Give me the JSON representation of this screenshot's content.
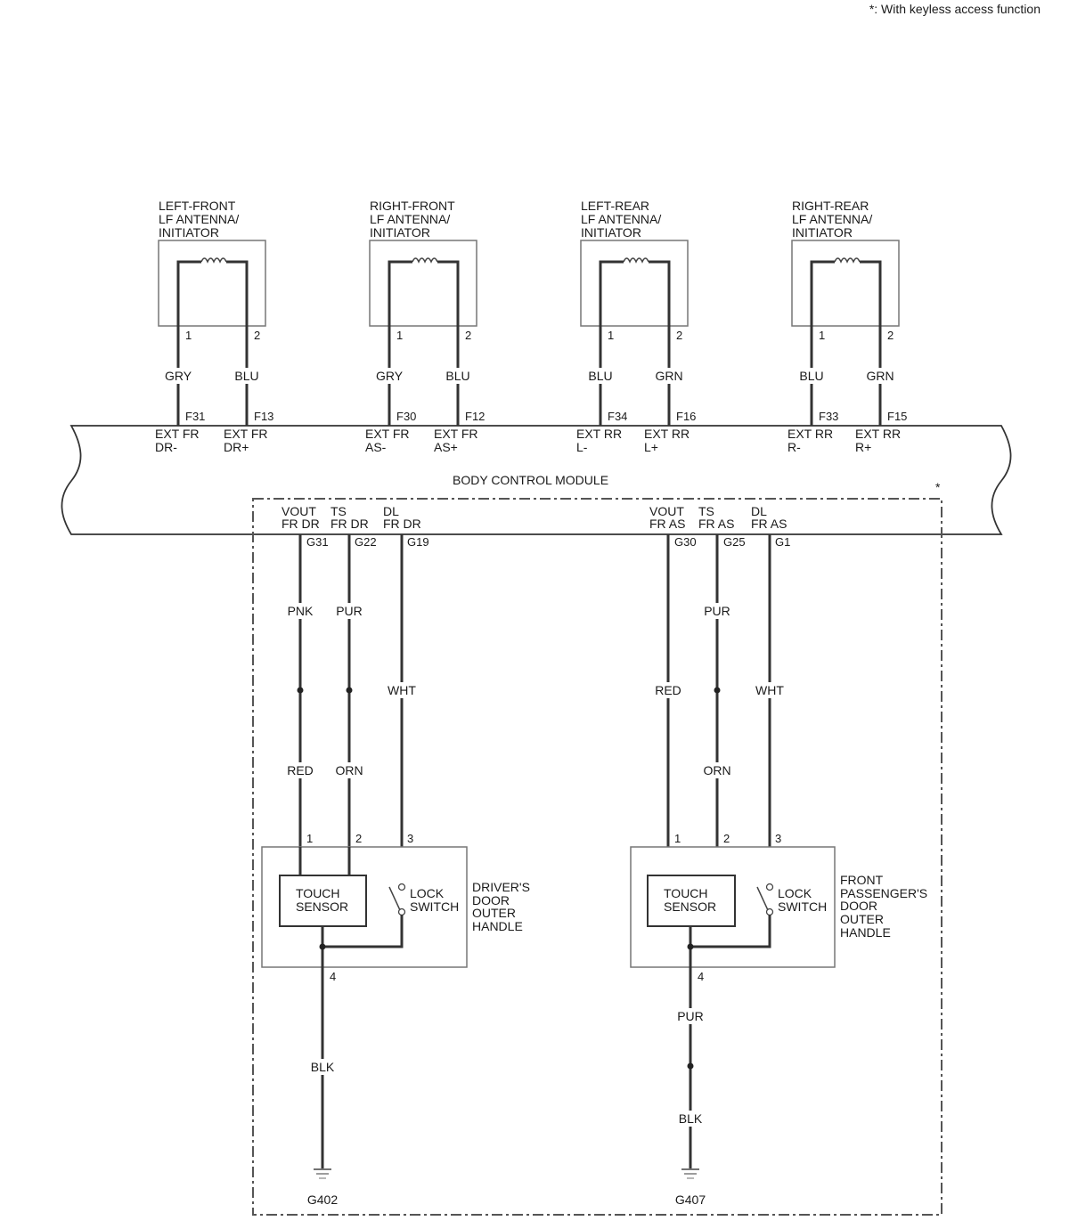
{
  "note": "*: With keyless access function",
  "asterisk": "*",
  "bcm": {
    "label": "BODY CONTROL MODULE"
  },
  "antennas": [
    {
      "title": [
        "LEFT-FRONT",
        "LF ANTENNA/",
        "INITIATOR"
      ],
      "pin1": "1",
      "pin2": "2",
      "wire1": "GRY",
      "wire2": "BLU",
      "term1": "F31",
      "term2": "F13",
      "sig1": [
        "EXT FR",
        "DR-"
      ],
      "sig2": [
        "EXT FR",
        "DR+"
      ]
    },
    {
      "title": [
        "RIGHT-FRONT",
        "LF ANTENNA/",
        "INITIATOR"
      ],
      "pin1": "1",
      "pin2": "2",
      "wire1": "GRY",
      "wire2": "BLU",
      "term1": "F30",
      "term2": "F12",
      "sig1": [
        "EXT FR",
        "AS-"
      ],
      "sig2": [
        "EXT FR",
        "AS+"
      ]
    },
    {
      "title": [
        "LEFT-REAR",
        "LF ANTENNA/",
        "INITIATOR"
      ],
      "pin1": "1",
      "pin2": "2",
      "wire1": "BLU",
      "wire2": "GRN",
      "term1": "F34",
      "term2": "F16",
      "sig1": [
        "EXT RR",
        "L-"
      ],
      "sig2": [
        "EXT RR",
        "L+"
      ]
    },
    {
      "title": [
        "RIGHT-REAR",
        "LF ANTENNA/",
        "INITIATOR"
      ],
      "pin1": "1",
      "pin2": "2",
      "wire1": "BLU",
      "wire2": "GRN",
      "term1": "F33",
      "term2": "F15",
      "sig1": [
        "EXT RR",
        "R-"
      ],
      "sig2": [
        "EXT RR",
        "R+"
      ]
    }
  ],
  "handles": [
    {
      "name": [
        "DRIVER'S",
        "DOOR",
        "OUTER",
        "HANDLE"
      ],
      "sig": [
        [
          "VOUT",
          "FR DR"
        ],
        [
          "TS",
          "FR DR"
        ],
        [
          "DL",
          "FR DR"
        ]
      ],
      "terms": [
        "G31",
        "G22",
        "G19"
      ],
      "upper_wires": [
        "PNK",
        "PUR",
        "WHT"
      ],
      "lower_wires": [
        "RED",
        "ORN"
      ],
      "pins": [
        "1",
        "2",
        "3"
      ],
      "sensor": [
        "TOUCH",
        "SENSOR"
      ],
      "switch": [
        "LOCK",
        "SWITCH"
      ],
      "ground_pin": "4",
      "ground_wires": [
        "BLK"
      ],
      "ground": "G402"
    },
    {
      "name": [
        "FRONT",
        "PASSENGER'S",
        "DOOR",
        "OUTER",
        "HANDLE"
      ],
      "sig": [
        [
          "VOUT",
          "FR AS"
        ],
        [
          "TS",
          "FR AS"
        ],
        [
          "DL",
          "FR AS"
        ]
      ],
      "terms": [
        "G30",
        "G25",
        "G1"
      ],
      "upper_wires": [
        "",
        "PUR",
        "WHT"
      ],
      "lower_wires": [
        "RED",
        "ORN"
      ],
      "pins": [
        "1",
        "2",
        "3"
      ],
      "sensor": [
        "TOUCH",
        "SENSOR"
      ],
      "switch": [
        "LOCK",
        "SWITCH"
      ],
      "ground_pin": "4",
      "ground_wires": [
        "PUR",
        "BLK"
      ],
      "ground": "G407"
    }
  ]
}
